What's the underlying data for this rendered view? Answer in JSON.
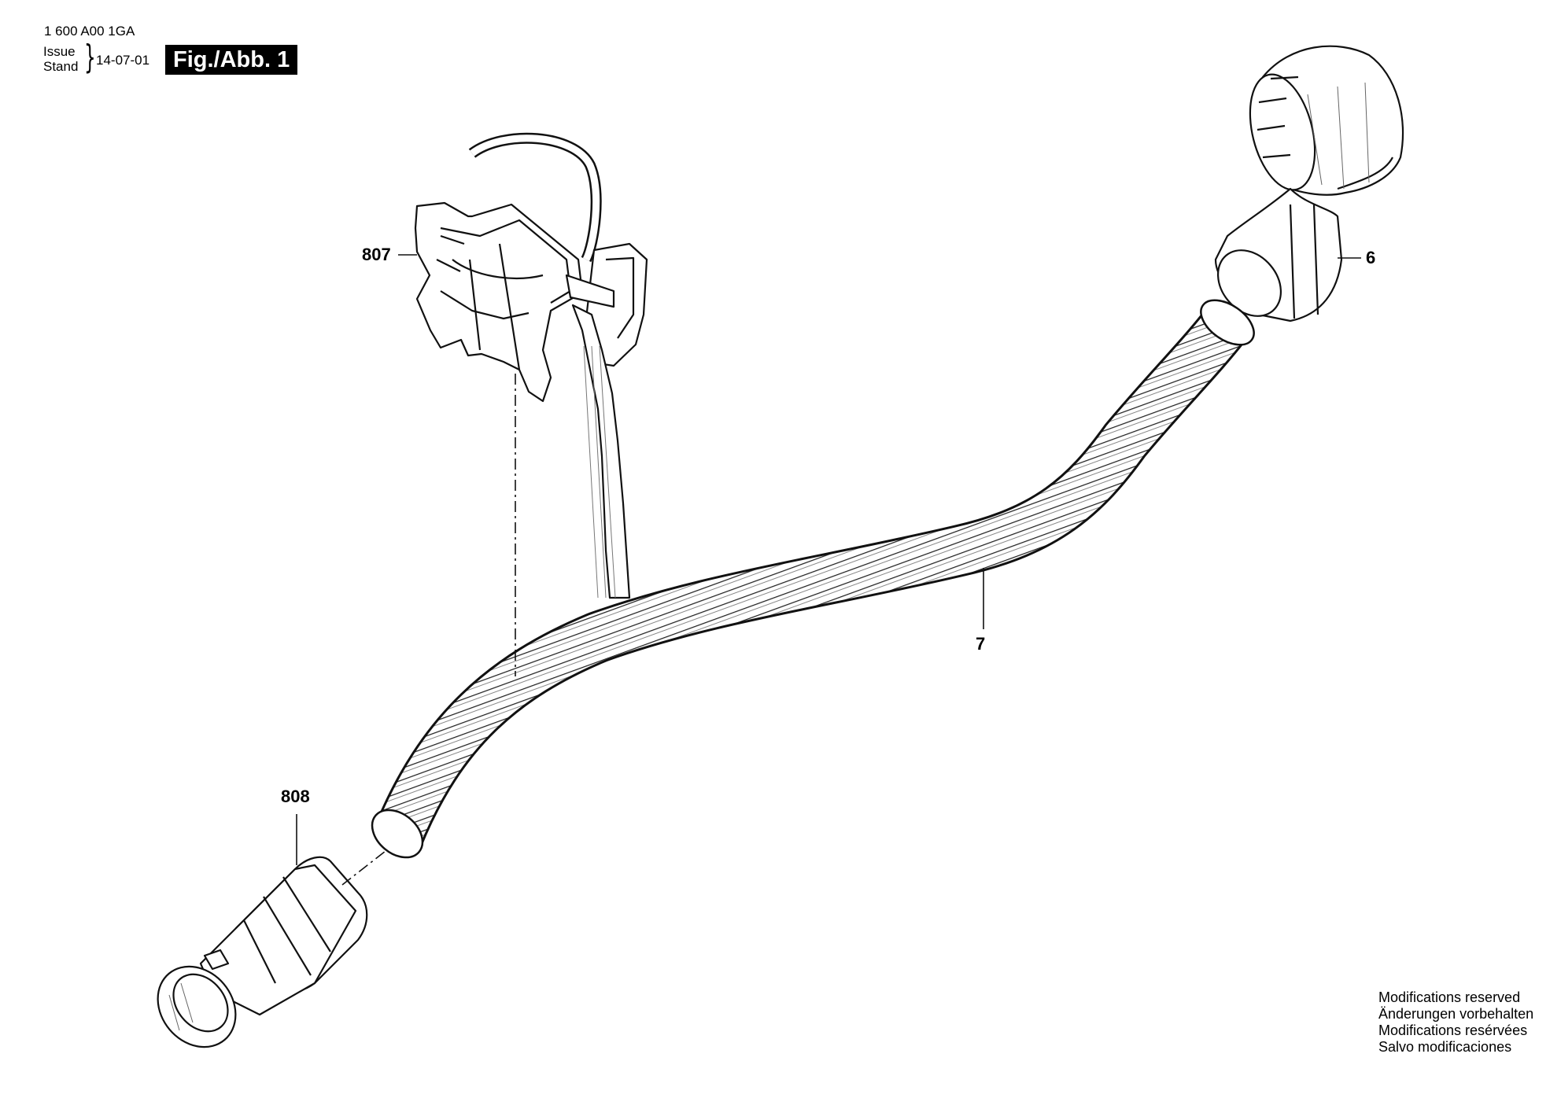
{
  "header": {
    "doc_number": "1 600 A00 1GA",
    "issue_en": "Issue",
    "issue_de": "Stand",
    "issue_date": "14-07-01",
    "figure_label": "Fig./Abb. 1"
  },
  "callouts": {
    "clip": "807",
    "elbow_adapter": "6",
    "hose": "7",
    "end_adapter": "808"
  },
  "notice": {
    "line1": "Modifications reserved",
    "line2": "Änderungen vorbehalten",
    "line3": "Modifications resérvées",
    "line4": "Salvo modificaciones"
  }
}
